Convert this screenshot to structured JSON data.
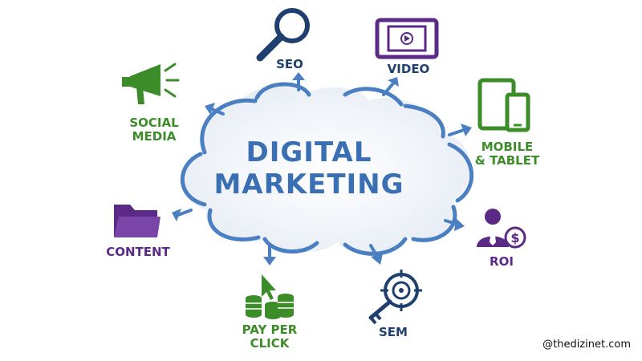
{
  "center": {
    "line1": "DIGITAL",
    "line2": "MARKETING"
  },
  "items": {
    "seo": {
      "label": "SEO",
      "icon": "search-icon"
    },
    "video": {
      "label": "VIDEO",
      "icon": "video-player-icon"
    },
    "social_media": {
      "line1": "SOCIAL",
      "line2": "MEDIA",
      "icon": "megaphone-icon"
    },
    "mobile_tablet": {
      "line1": "MOBILE",
      "line2": "& TABLET",
      "icon": "mobile-tablet-icon"
    },
    "content": {
      "label": "CONTENT",
      "icon": "folder-icon"
    },
    "roi": {
      "label": "ROI",
      "icon": "businessman-dollar-icon"
    },
    "pay_per_click": {
      "line1": "PAY PER",
      "line2": "CLICK",
      "icon": "coins-cursor-icon"
    },
    "sem": {
      "label": "SEM",
      "icon": "target-key-icon"
    }
  },
  "colors": {
    "cloud_outline": "#4a7fc1",
    "title_blue": "#3a6fb3",
    "green": "#3d8c2a",
    "navy": "#1f3f6e",
    "purple": "#5a2a86"
  },
  "watermark": "@thedizinet.com"
}
